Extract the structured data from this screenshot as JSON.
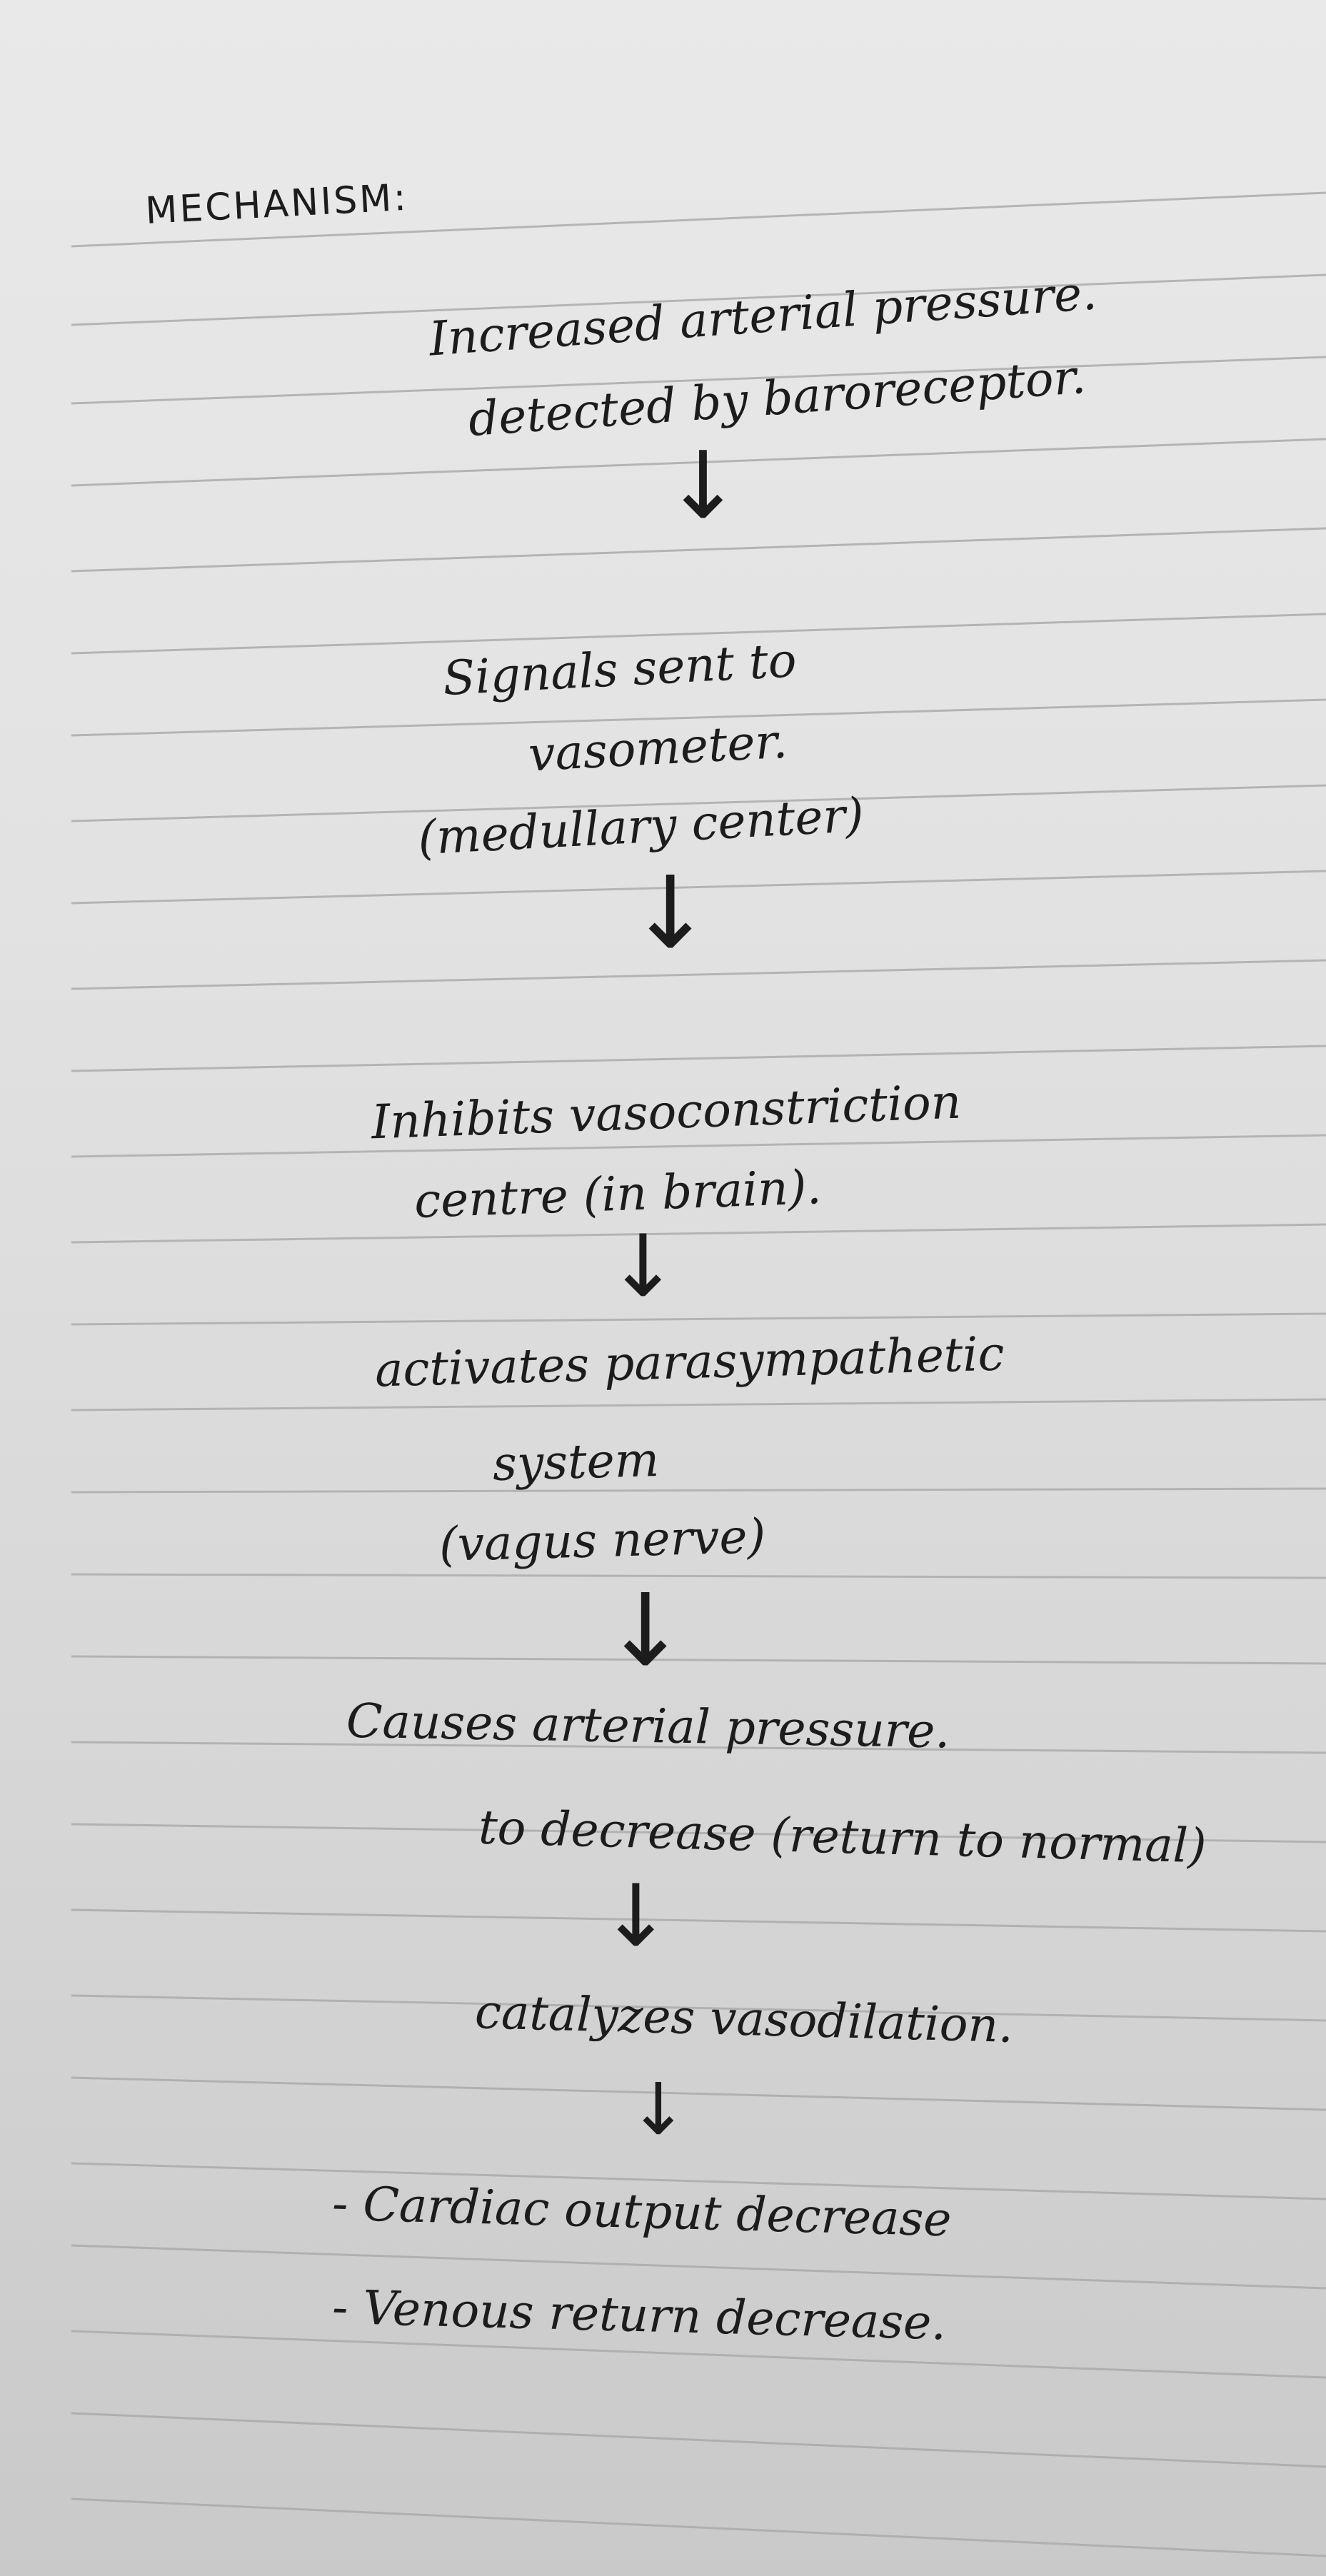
{
  "heading": "MECHANISM:",
  "steps": [
    {
      "lines": [
        "Increased arterial pressure.",
        "detected by baroreceptor."
      ]
    },
    {
      "lines": [
        "Signals sent to",
        "vasometer.",
        "(medullary center)"
      ]
    },
    {
      "lines": [
        "Inhibits vasoconstriction",
        "centre (in brain)."
      ]
    },
    {
      "lines": [
        "activates parasympathetic",
        "system",
        "(vagus nerve)"
      ]
    },
    {
      "lines": [
        "Causes arterial pressure.",
        "to decrease (return to normal)"
      ]
    },
    {
      "lines": [
        "catalyzes vasodilation."
      ]
    },
    {
      "lines": [
        "- Cardiac output decrease",
        "- Venous return decrease."
      ]
    }
  ],
  "arrow_glyph": "↓",
  "colors": {
    "ink": "#1c1c1c",
    "paper": "#e4e4e4",
    "rule": "#a9a9a9"
  }
}
